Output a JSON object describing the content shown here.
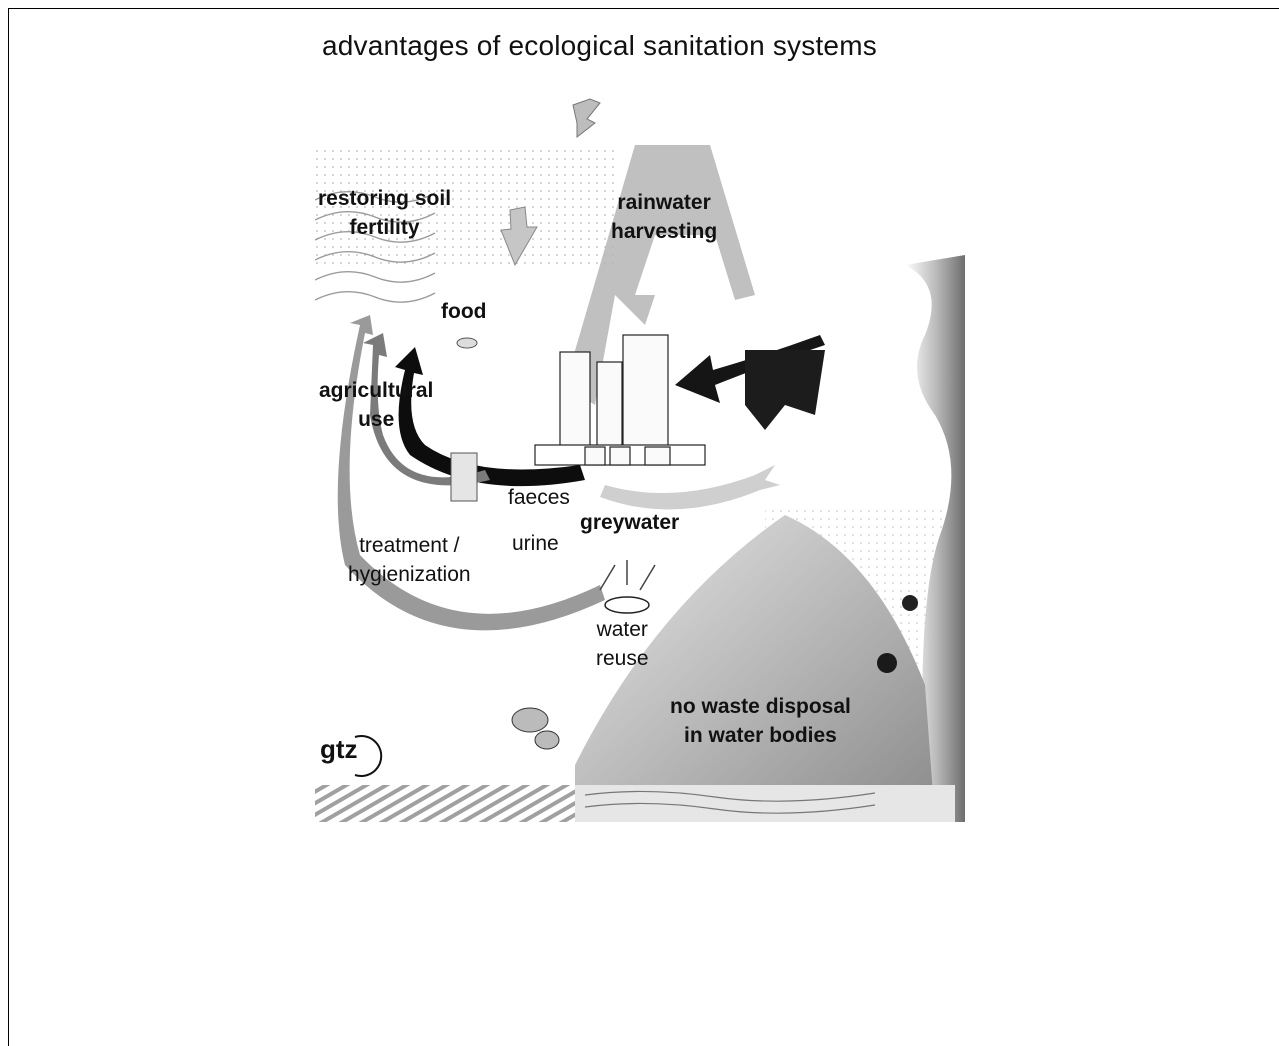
{
  "title": "advantages of ecological sanitation systems",
  "labels": {
    "restoring_soil": "restoring soil\nfertility",
    "rainwater": "rainwater\nharvesting",
    "food": "food",
    "agricultural": "agricultural\nuse",
    "faeces": "faeces",
    "greywater": "greywater",
    "urine": "urine",
    "treatment": "treatment /\nhygienization",
    "water_reuse": "water\nreuse",
    "no_waste": "no waste disposal\nin water bodies",
    "logo": "gtz"
  }
}
